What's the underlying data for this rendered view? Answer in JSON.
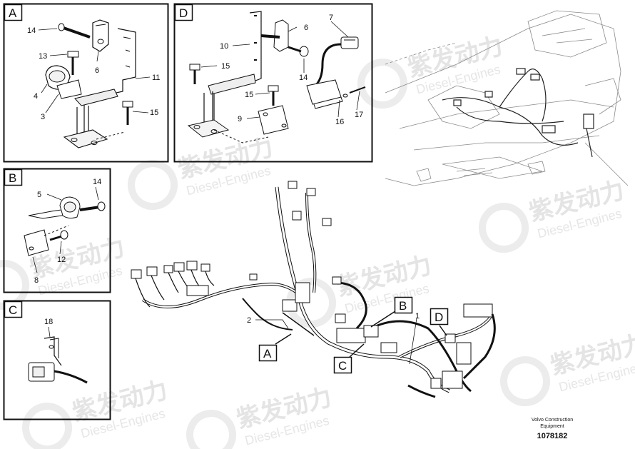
{
  "panels": {
    "a": {
      "letter": "A",
      "callouts": {
        "c14": "14",
        "c13": "13",
        "c4": "4",
        "c3": "3",
        "c6": "6",
        "c11": "11",
        "c15": "15"
      }
    },
    "b": {
      "letter": "B",
      "callouts": {
        "c5": "5",
        "c14": "14",
        "c12": "12",
        "c8": "8"
      }
    },
    "c": {
      "letter": "C",
      "callouts": {
        "c18": "18"
      }
    },
    "d": {
      "letter": "D",
      "callouts": {
        "c10": "10",
        "c6": "6",
        "c7": "7",
        "c15a": "15",
        "c14": "14",
        "c15b": "15",
        "c9": "9",
        "c16": "16",
        "c17": "17"
      }
    }
  },
  "main_view": {
    "callouts": {
      "c2": "2",
      "c1": "1"
    },
    "detail_markers": {
      "a": "A",
      "b": "B",
      "c": "C",
      "d": "D"
    }
  },
  "watermark": {
    "chinese": "紫发动力",
    "english": "Diesel-Engines"
  },
  "footer": {
    "company_line1": "Volvo Construction",
    "company_line2": "Equipment",
    "doc_number": "1078182"
  }
}
